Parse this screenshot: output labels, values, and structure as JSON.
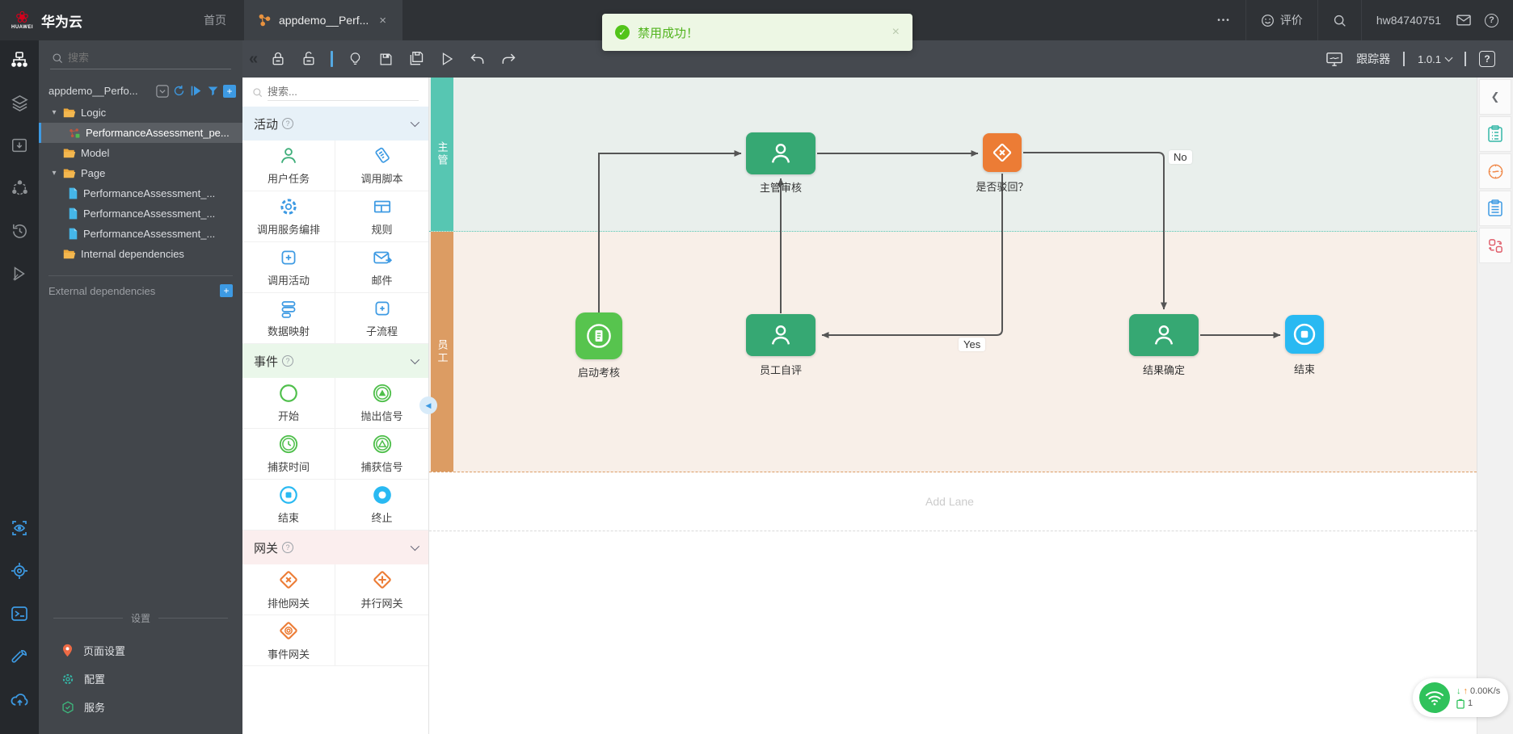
{
  "topbar": {
    "brand": "华为云",
    "brand_sub": "HUAWEI",
    "home": "首页",
    "tab_label": "appdemo__Perf...",
    "tab_close": "×",
    "ellipsis": "•••",
    "feedback": "评价",
    "username": "hw84740751"
  },
  "toast": {
    "message": "禁用成功！",
    "close": "×"
  },
  "toolbar": {
    "tracker_label": "跟踪器",
    "version": "1.0.1"
  },
  "explorer": {
    "search_placeholder": "搜索",
    "root_label": "appdemo__Perfo...",
    "items": [
      {
        "label": "Logic"
      },
      {
        "label": "PerformanceAssessment_pe..."
      },
      {
        "label": "Model"
      },
      {
        "label": "Page"
      },
      {
        "label": "PerformanceAssessment_..."
      },
      {
        "label": "PerformanceAssessment_..."
      },
      {
        "label": "PerformanceAssessment_..."
      },
      {
        "label": "Internal dependencies"
      }
    ],
    "external_label": "External dependencies",
    "settings_title": "设置",
    "settings": [
      {
        "label": "页面设置"
      },
      {
        "label": "配置"
      },
      {
        "label": "服务"
      }
    ]
  },
  "palette": {
    "search_placeholder": "搜索...",
    "sections": [
      {
        "title": "活动",
        "items": [
          {
            "label": "用户任务"
          },
          {
            "label": "调用脚本"
          },
          {
            "label": "调用服务编排"
          },
          {
            "label": "规则"
          },
          {
            "label": "调用活动"
          },
          {
            "label": "邮件"
          },
          {
            "label": "数据映射"
          },
          {
            "label": "子流程"
          }
        ]
      },
      {
        "title": "事件",
        "items": [
          {
            "label": "开始"
          },
          {
            "label": "抛出信号"
          },
          {
            "label": "捕获时间"
          },
          {
            "label": "捕获信号"
          },
          {
            "label": "结束"
          },
          {
            "label": "终止"
          }
        ]
      },
      {
        "title": "网关",
        "items": [
          {
            "label": "排他网关"
          },
          {
            "label": "并行网关"
          },
          {
            "label": "事件网关"
          }
        ]
      }
    ]
  },
  "canvas": {
    "lanes": [
      {
        "label": "主管"
      },
      {
        "label": "员工"
      }
    ],
    "add_lane_label": "Add Lane",
    "nodes": [
      {
        "id": "start",
        "label": "启动考核",
        "type": "start-event"
      },
      {
        "id": "review",
        "label": "主管审核",
        "type": "user-task"
      },
      {
        "id": "gateway",
        "label": "是否驳回？",
        "type": "exclusive-gateway"
      },
      {
        "id": "self",
        "label": "员工自评",
        "type": "user-task"
      },
      {
        "id": "confirm",
        "label": "结果确定",
        "type": "user-task"
      },
      {
        "id": "end",
        "label": "结束",
        "type": "end-event"
      }
    ],
    "edge_labels": {
      "yes": "Yes",
      "no": "No"
    }
  },
  "status": {
    "speed": "0.00K/s",
    "battery_count": "1"
  },
  "colors": {
    "accent_blue": "#3d9ae3",
    "task_green": "#36a873",
    "start_green": "#57c44e",
    "gateway_orange": "#ec7c35",
    "end_blue": "#29b9f2",
    "lane_teal": "#57c6b2",
    "lane_orange": "#dc9c63",
    "toast_green": "#52c41a"
  }
}
